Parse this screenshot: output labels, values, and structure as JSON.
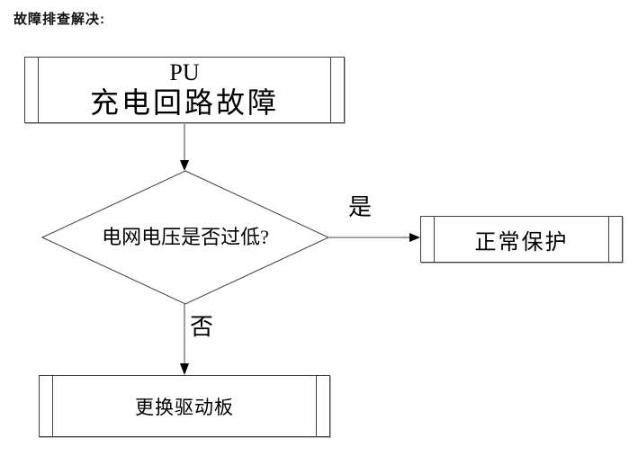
{
  "page": {
    "title": "故障排查解决:"
  },
  "flowchart": {
    "nodes": {
      "start": {
        "shape": "predefined-process",
        "line1": "PU",
        "line2": "充电回路故障"
      },
      "decision": {
        "shape": "decision-diamond",
        "text": "电网电压是否过低?"
      },
      "yes_result": {
        "shape": "predefined-process",
        "text": "正常保护"
      },
      "no_result": {
        "shape": "predefined-process",
        "text": "更换驱动板"
      }
    },
    "edges": {
      "yes_label": "是",
      "no_label": "否"
    },
    "colors": {
      "stroke": "#3f3f3f",
      "arrow_fill": "#000000",
      "node_fill": "#ffffff",
      "text": "#000000"
    }
  }
}
